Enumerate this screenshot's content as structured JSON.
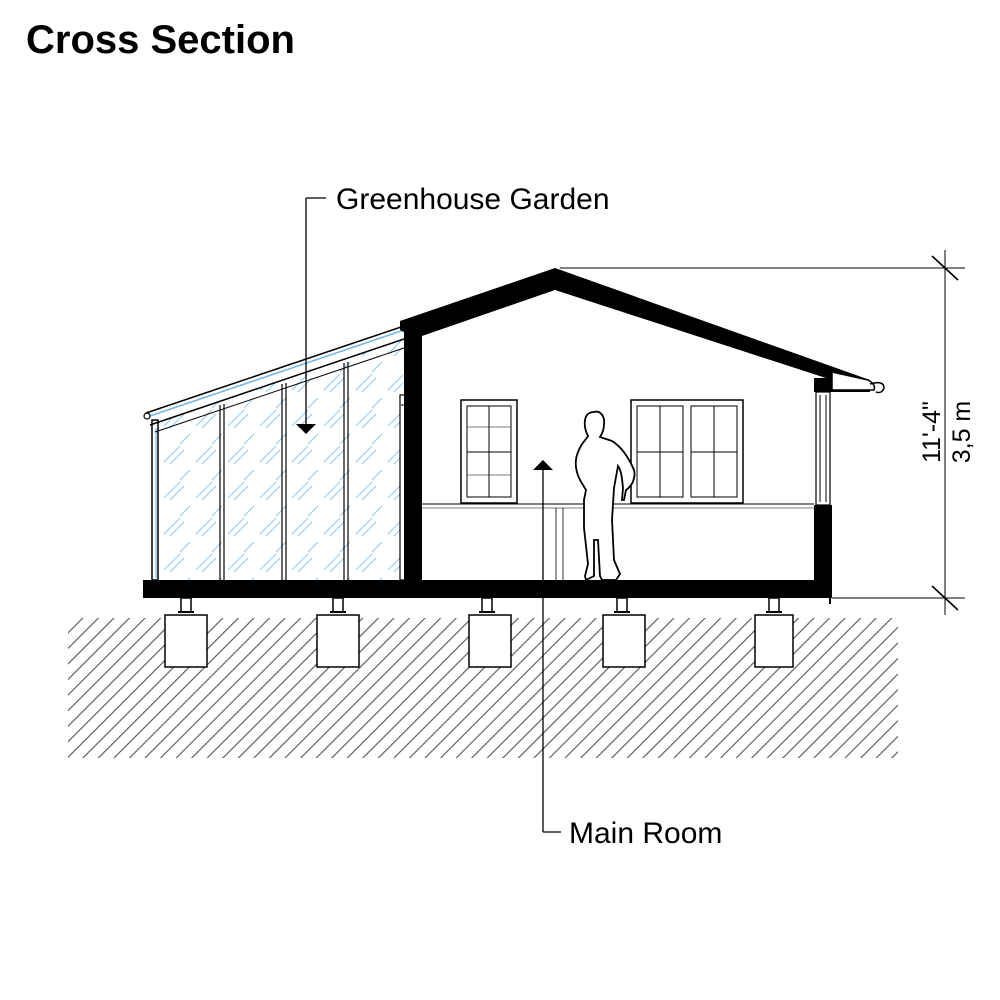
{
  "title": "Cross Section",
  "labels": {
    "greenhouse": "Greenhouse Garden",
    "main_room": "Main Room"
  },
  "dimension": {
    "imperial": "11'-4\"",
    "metric": "3,5 m"
  },
  "colors": {
    "ink": "#000000",
    "glass": "#6fb6ea",
    "hatch": "#555555"
  }
}
